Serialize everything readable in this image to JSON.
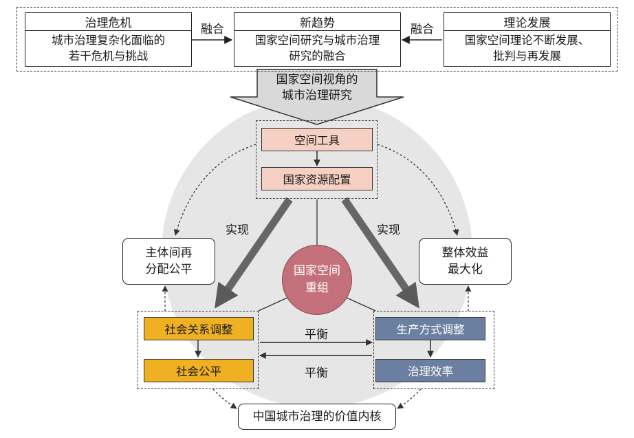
{
  "top": {
    "left_box": {
      "title": "治理危机",
      "body_line1": "城市治理复杂化面临的",
      "body_line2": "若干危机与挑战"
    },
    "mid_box": {
      "title": "新趋势",
      "body_line1": "国家空间研究与城市治理",
      "body_line2": "研究的融合"
    },
    "right_box": {
      "title": "理论发展",
      "body_line1": "国家空间理论不断发展、",
      "body_line2": "批判与再发展"
    },
    "merge_left": "融合",
    "merge_right": "融合"
  },
  "big_arrow": {
    "line1": "国家空间视角的",
    "line2": "城市治理研究"
  },
  "top_group": {
    "item1": "空间工具",
    "item2": "国家资源配置"
  },
  "center": {
    "line1": "国家空间",
    "line2": "重组"
  },
  "realize_left": "实现",
  "realize_right": "实现",
  "left_outcome": {
    "line1": "主体间再",
    "line2": "分配公平"
  },
  "right_outcome": {
    "line1": "整体效益",
    "line2": "最大化"
  },
  "left_group": {
    "item1": "社会关系调整",
    "item2": "社会公平"
  },
  "right_group": {
    "item1": "生产方式调整",
    "item2": "治理效率"
  },
  "balance_top": "平衡",
  "balance_bottom": "平衡",
  "bottom_box": "中国城市治理的价值内核",
  "colors": {
    "pink": "#f6d0c3",
    "gold": "#efb022",
    "slate": "#6b7fa0",
    "circle": "#c4707a",
    "background_disc": "#e6e6e6",
    "thick_arrow": "#666666"
  }
}
